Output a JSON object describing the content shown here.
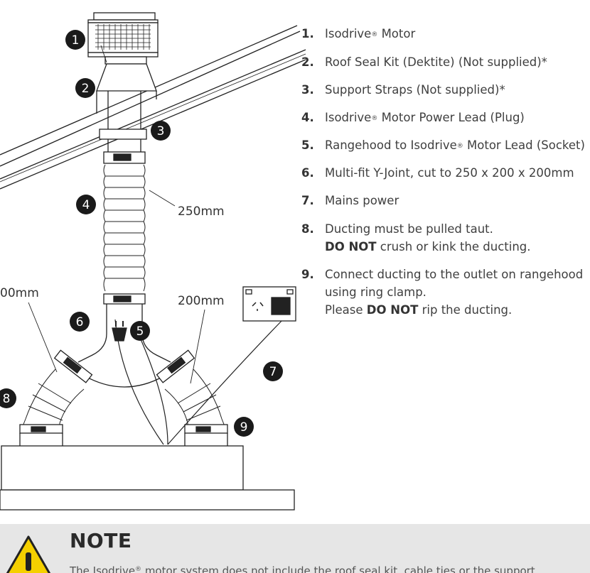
{
  "legend": [
    {
      "n": "1.",
      "pre": "Isodrive",
      "reg": "®",
      "post": " Motor"
    },
    {
      "n": "2.",
      "pre": "Roof Seal Kit (Dektite) (Not supplied)*"
    },
    {
      "n": "3.",
      "pre": "Support Straps (Not supplied)*"
    },
    {
      "n": "4.",
      "pre": "Isodrive",
      "reg": "®",
      "post": " Motor Power Lead (Plug)"
    },
    {
      "n": "5.",
      "pre": "Rangehood to Isodrive",
      "reg": "®",
      "post": " Motor Lead (Socket)"
    },
    {
      "n": "6.",
      "pre": "Multi-fit Y-Joint, cut to 250 x 200 x 200mm"
    },
    {
      "n": "7.",
      "pre": "Mains power"
    },
    {
      "n": "8.",
      "line1": "Ducting must be pulled taut.",
      "line2_bold": "DO NOT",
      "line2_rest": " crush or kink the ducting."
    },
    {
      "n": "9.",
      "line1": "Connect ducting to the outlet on rangehood",
      "line2": "using ring clamp.",
      "line3_pre": "Please ",
      "line3_bold": "DO NOT",
      "line3_rest": " rip the ducting."
    }
  ],
  "callouts": [
    "1",
    "2",
    "3",
    "4",
    "5",
    "6",
    "7",
    "8",
    "9"
  ],
  "dimensions": {
    "main": "250mm",
    "left": "00mm",
    "right": "200mm"
  },
  "note": {
    "title": "NOTE",
    "text_pre": "The Isodrive",
    "reg": "®",
    "text_post": " motor system does not include the roof seal kit, cable ties or the support"
  },
  "colors": {
    "callout": "#1a1a1a",
    "note_bg": "#e6e6e6",
    "warning": "#f5d000"
  }
}
